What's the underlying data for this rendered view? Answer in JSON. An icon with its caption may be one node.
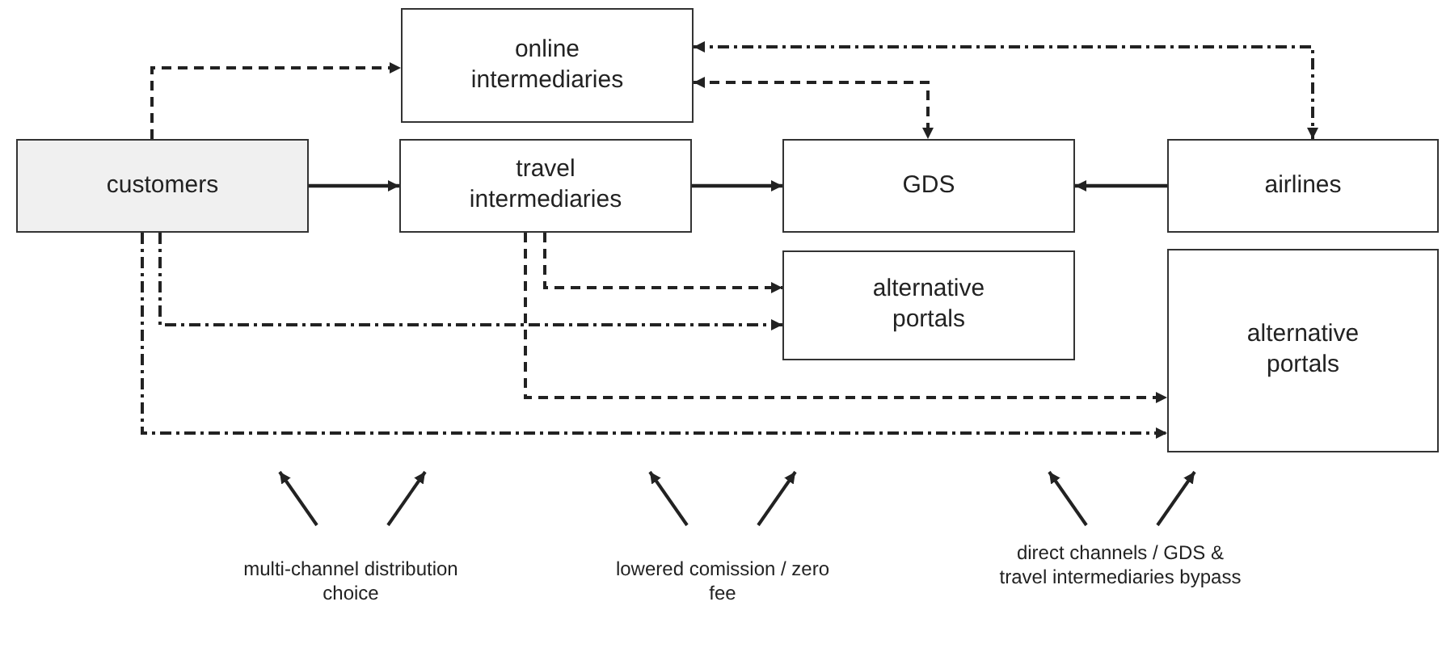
{
  "diagram": {
    "nodes": [
      {
        "text": [
          "online intermediaries"
        ]
      },
      {
        "text": [
          "customers"
        ]
      },
      {
        "text": [
          "travel intermediaries"
        ]
      },
      {
        "text": [
          "GDS"
        ]
      },
      {
        "text": [
          "airlines"
        ]
      },
      {
        "text": [
          "alternative portals"
        ]
      },
      {
        "text": [
          "alternative portals"
        ]
      }
    ],
    "edges": [
      {
        "from": 1,
        "to": 0,
        "arrow": "to",
        "style": "dashed"
      },
      {
        "from": 0,
        "to": 4,
        "arrow": "both",
        "style": "dashed"
      },
      {
        "from": 0,
        "to": 3,
        "arrow": "both",
        "style": "dashed"
      },
      {
        "from": 1,
        "to": 2,
        "arrow": "to"
      },
      {
        "from": 2,
        "to": 3,
        "arrow": "to"
      },
      {
        "from": 4,
        "to": 3,
        "arrow": "to"
      },
      {
        "from": 2,
        "to": 5,
        "arrow": "to",
        "style": "dashed"
      },
      {
        "from": 1,
        "to": 5,
        "arrow": "to",
        "style": "dashed"
      },
      {
        "from": 2,
        "to": 6,
        "arrow": "to",
        "style": "dashed"
      },
      {
        "from": 1,
        "to": 6,
        "arrow": "to",
        "style": "dashed"
      }
    ],
    "labels": [
      "multi-channel distribution choice",
      "lowered comission / zero fee",
      "direct channels / GDS & travel intermediaries bypass"
    ]
  }
}
